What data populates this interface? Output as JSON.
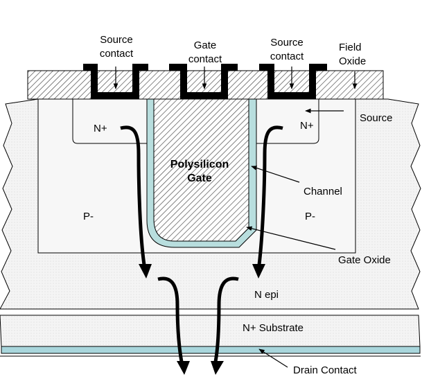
{
  "labels": {
    "source_contact_left": [
      "Source",
      "contact"
    ],
    "gate_contact": [
      "Gate",
      "contact"
    ],
    "source_contact_right": [
      "Source",
      "contact"
    ],
    "field_oxide": [
      "Field",
      "Oxide"
    ],
    "source": "Source",
    "n_plus_left": "N+",
    "n_plus_right": "N+",
    "polysilicon_gate": [
      "Polysilicon",
      "Gate"
    ],
    "channel": "Channel",
    "p_minus_left": "P-",
    "p_minus_right": "P-",
    "gate_oxide": "Gate Oxide",
    "n_epi": "N epi",
    "n_plus_substrate": "N+ Substrate",
    "drain_contact": "Drain Contact"
  },
  "colors": {
    "silicon_fill": "#f4f4f4",
    "outline": "#000000",
    "gate_oxide": "#b8dede",
    "drain_contact": "#a9d6dc",
    "hatch": "#444444"
  }
}
